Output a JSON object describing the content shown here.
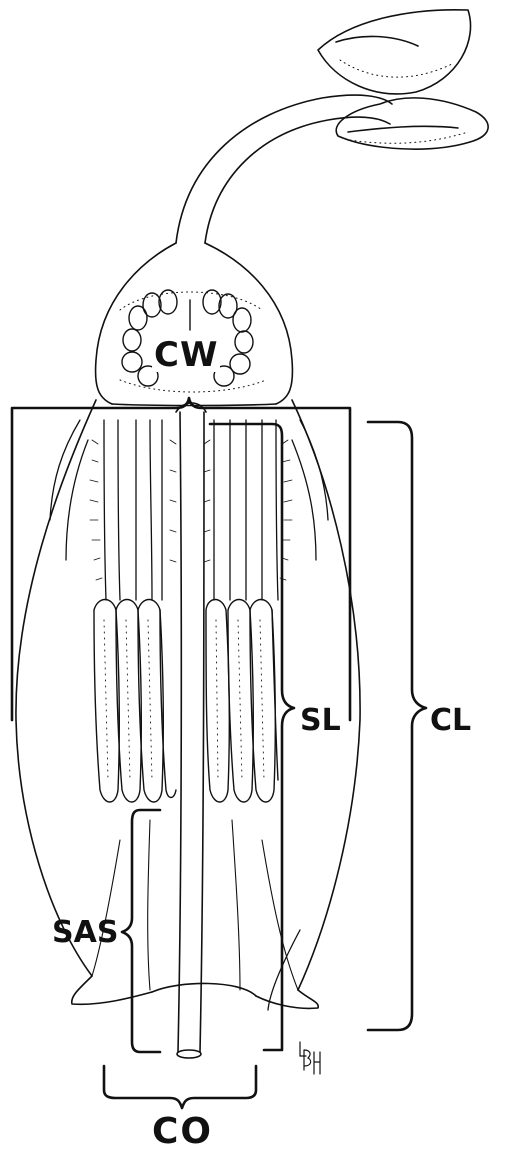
{
  "labels": {
    "cw": "CW",
    "sl": "SL",
    "cl": "CL",
    "sas": "SAS",
    "co": "CO"
  },
  "signature_text": "LBH",
  "colors": {
    "ink": "#111111",
    "background": "#ffffff"
  }
}
